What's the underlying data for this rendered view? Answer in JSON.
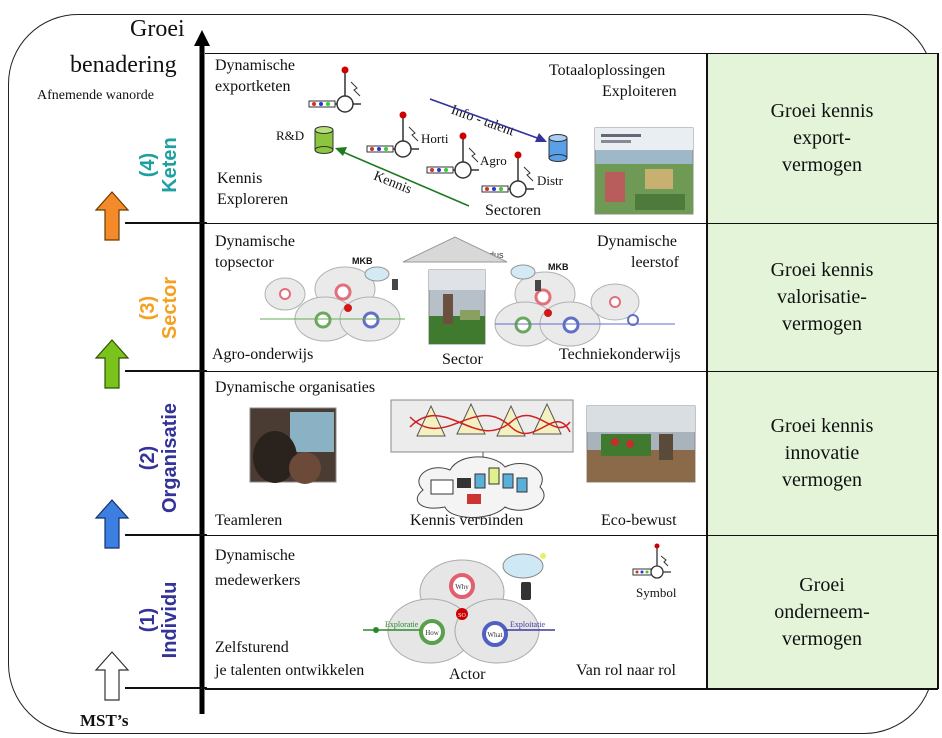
{
  "axis": {
    "title_line1": "Groei",
    "title_line2": "benadering",
    "subtitle": "Afnemende wanorde",
    "bottom_label": "MST’s"
  },
  "levels": [
    {
      "number": "(4)",
      "name": "Keten",
      "color": "#1fa0a0",
      "arrow_color": "#f58a2a"
    },
    {
      "number": "(3)",
      "name": "Sector",
      "color": "#f5a020",
      "arrow_color": "#7ac21e"
    },
    {
      "number": "(2)",
      "name": "Organisatie",
      "color": "#333399",
      "arrow_color": "#3d7fe0"
    },
    {
      "number": "(1)",
      "name": "Individu",
      "color": "#333399",
      "arrow_color": "#ffffff"
    }
  ],
  "keten": {
    "top_left_1": "Dynamische",
    "top_left_2": "exportketen",
    "top_right_1": "Totaaloplossingen",
    "top_right_2": "Exploiteren",
    "rd": "R&D",
    "info_talent": "Info - talent",
    "horti": "Horti",
    "agro": "Agro",
    "distr": "Distr",
    "kennis_arrow": "Kennis",
    "bottom_left_1": "Kennis",
    "bottom_left_2": "Exploreren",
    "sectoren": "Sectoren"
  },
  "sector": {
    "top_left_1": "Dynamische",
    "top_left_2": "topsector",
    "mode": "Operatiemodus",
    "mkb": "MKB",
    "top_right_1": "Dynamische",
    "top_right_2": "leerstof",
    "bottom_left": "Agro-onderwijs",
    "bottom_mid": "Sector",
    "bottom_right": "Techniekonderwijs"
  },
  "organisatie": {
    "top_left": "Dynamische organisaties",
    "bottom_left": "Teamleren",
    "bottom_mid": "Kennis verbinden",
    "bottom_right": "Eco-bewust"
  },
  "individu": {
    "top_left_1": "Dynamische",
    "top_left_2": "medewerkers",
    "symbol": "Symbol",
    "bottom_left_1": "Zelfsturend",
    "bottom_left_2": "je talenten ontwikkelen",
    "bottom_mid": "Actor",
    "bottom_right": "Van rol naar rol",
    "diagram_why": "Why",
    "diagram_how": "How",
    "diagram_what": "What",
    "diagram_so": "SO",
    "diagram_exploratie": "Exploratie",
    "diagram_exploitatie": "Exploitatie"
  },
  "right_column": [
    {
      "line1": "Groei kennis",
      "line2": "export-",
      "line3": "vermogen"
    },
    {
      "line1": "Groei kennis",
      "line2": "valorisatie-",
      "line3": "vermogen"
    },
    {
      "line1": "Groei kennis",
      "line2": "innovatie",
      "line3": "vermogen"
    },
    {
      "line1": "Groei",
      "line2": "onderneem-",
      "line3": "vermogen"
    }
  ]
}
